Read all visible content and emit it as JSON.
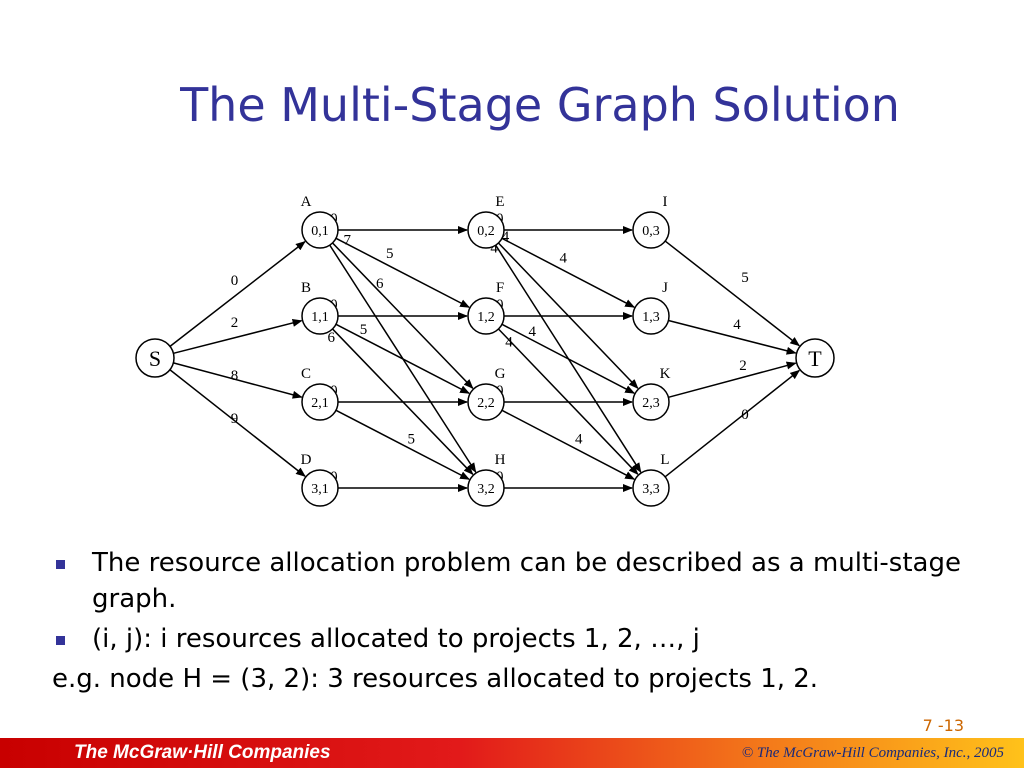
{
  "slide": {
    "title": "The Multi-Stage Graph Solution",
    "number": "7 -13"
  },
  "graph": {
    "nodes": [
      {
        "id": "S",
        "text": "S",
        "letter": ""
      },
      {
        "id": "A",
        "text": "0,1",
        "letter": "A"
      },
      {
        "id": "B",
        "text": "1,1",
        "letter": "B"
      },
      {
        "id": "C",
        "text": "2,1",
        "letter": "C"
      },
      {
        "id": "D",
        "text": "3,1",
        "letter": "D"
      },
      {
        "id": "E",
        "text": "0,2",
        "letter": "E"
      },
      {
        "id": "F",
        "text": "1,2",
        "letter": "F"
      },
      {
        "id": "G",
        "text": "2,2",
        "letter": "G"
      },
      {
        "id": "H",
        "text": "3,2",
        "letter": "H"
      },
      {
        "id": "I",
        "text": "0,3",
        "letter": "I"
      },
      {
        "id": "J",
        "text": "1,3",
        "letter": "J"
      },
      {
        "id": "K",
        "text": "2,3",
        "letter": "K"
      },
      {
        "id": "L",
        "text": "3,3",
        "letter": "L"
      },
      {
        "id": "T",
        "text": "T",
        "letter": ""
      }
    ],
    "edges": [
      {
        "from": "S",
        "to": "A",
        "weight": "0"
      },
      {
        "from": "S",
        "to": "B",
        "weight": "2"
      },
      {
        "from": "S",
        "to": "C",
        "weight": "8"
      },
      {
        "from": "S",
        "to": "D",
        "weight": "9"
      },
      {
        "from": "A",
        "to": "E",
        "weight": "0"
      },
      {
        "from": "A",
        "to": "F",
        "weight": "5"
      },
      {
        "from": "A",
        "to": "G",
        "weight": "6"
      },
      {
        "from": "A",
        "to": "H",
        "weight": "7"
      },
      {
        "from": "B",
        "to": "F",
        "weight": "0"
      },
      {
        "from": "B",
        "to": "G",
        "weight": "5"
      },
      {
        "from": "B",
        "to": "H",
        "weight": "6"
      },
      {
        "from": "C",
        "to": "G",
        "weight": "0"
      },
      {
        "from": "C",
        "to": "H",
        "weight": "5"
      },
      {
        "from": "D",
        "to": "H",
        "weight": "0"
      },
      {
        "from": "E",
        "to": "I",
        "weight": "0"
      },
      {
        "from": "E",
        "to": "J",
        "weight": "4"
      },
      {
        "from": "E",
        "to": "K",
        "weight": "4"
      },
      {
        "from": "E",
        "to": "L",
        "weight": "4"
      },
      {
        "from": "F",
        "to": "J",
        "weight": "0"
      },
      {
        "from": "F",
        "to": "K",
        "weight": "4"
      },
      {
        "from": "F",
        "to": "L",
        "weight": "4"
      },
      {
        "from": "G",
        "to": "K",
        "weight": "0"
      },
      {
        "from": "G",
        "to": "L",
        "weight": "4"
      },
      {
        "from": "H",
        "to": "L",
        "weight": "0"
      },
      {
        "from": "I",
        "to": "T",
        "weight": "5"
      },
      {
        "from": "J",
        "to": "T",
        "weight": "4"
      },
      {
        "from": "K",
        "to": "T",
        "weight": "2"
      },
      {
        "from": "L",
        "to": "T",
        "weight": "0"
      }
    ]
  },
  "bullets": [
    "The resource allocation problem can be described as a multi-stage graph.",
    "(i, j): i resources allocated to projects 1, 2, …, j"
  ],
  "example_line": "e.g.  node H = (3, 2): 3 resources allocated to projects 1, 2.",
  "footer": {
    "logo": "The McGraw·Hill Companies",
    "copyright": "© The McGraw-Hill Companies, Inc., 2005"
  },
  "colors": {
    "title": "#333399",
    "bullet": "#333399",
    "slide_number": "#cc6600"
  }
}
